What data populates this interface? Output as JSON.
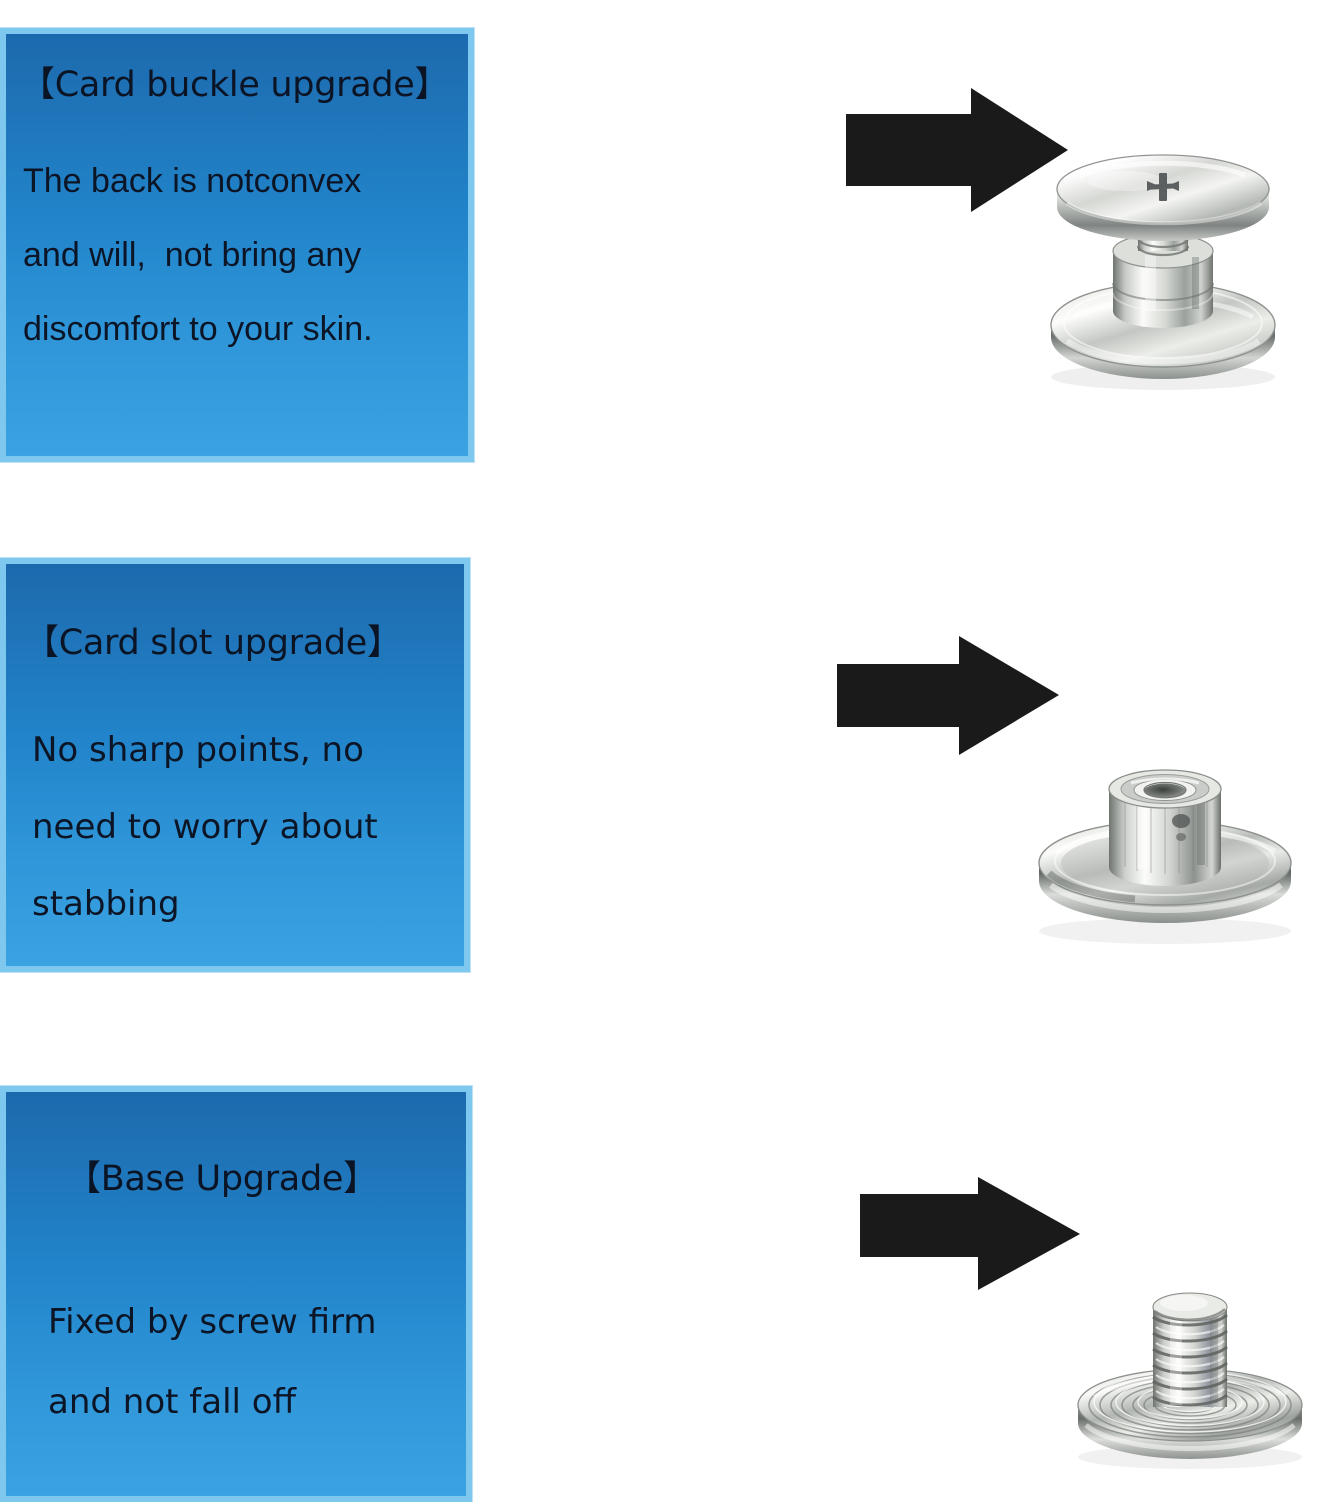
{
  "document": {
    "kind": "product-feature-infographic",
    "background_color": "#ffffff",
    "panel_count": 3
  },
  "theme": {
    "panel_border_color": "#7ec7ef",
    "panel_gradient_top": "#1c69ae",
    "panel_gradient_bottom": "#3ba3e2",
    "text_color": "#0b1424",
    "arrow_color": "#1a1a1a",
    "metal_light": "#fdfdfb",
    "metal_mid": "#c9cbc8",
    "metal_dark": "#6e7370",
    "metal_shadow": "#3a3d3b"
  },
  "panels": [
    {
      "id": "card-buckle-upgrade",
      "title": "【Card buckle upgrade】",
      "body_lines": [
        "The back is notconvex",
        "and will,  not bring any",
        "discomfort to your skin."
      ],
      "arrow": {
        "name": "right-arrow-icon",
        "direction": "right"
      },
      "product": {
        "name": "card-buckle-photo",
        "description": "Nickel plated card buckle: flat round cap on a threaded post above a wide domed base"
      }
    },
    {
      "id": "card-slot-upgrade",
      "title": "【Card slot upgrade】",
      "body_lines": [
        "No sharp points, no",
        "need to worry about",
        "stabbing"
      ],
      "arrow": {
        "name": "right-arrow-icon",
        "direction": "right"
      },
      "product": {
        "name": "card-slot-photo",
        "description": "Nickel plated card slot socket: short hollow cylinder with open centre on a wide flat disc"
      }
    },
    {
      "id": "base-upgrade",
      "title": "【Base Upgrade】",
      "body_lines": [
        "Fixed by screw firm",
        "and not fall off"
      ],
      "arrow": {
        "name": "right-arrow-icon",
        "direction": "right"
      },
      "product": {
        "name": "base-photo",
        "description": "Nickel plated base: flat concentric ribbed disc with a threaded screw post rising from the centre"
      }
    }
  ]
}
